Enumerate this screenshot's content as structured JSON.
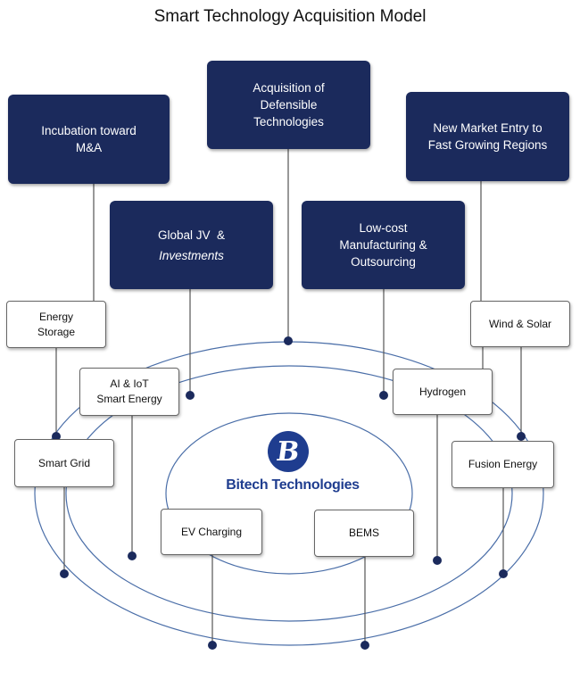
{
  "title": "Smart Technology Acquisition Model",
  "strategies": {
    "incubation": [
      "Incubation toward",
      "M&A"
    ],
    "acquisition": [
      "Acquisition of",
      "Defensible",
      "Technologies"
    ],
    "market_entry": [
      "New Market Entry to",
      "Fast Growing Regions"
    ],
    "global_jv": [
      "Global JV  &",
      "Investments"
    ],
    "low_cost": [
      "Low-cost",
      "Manufacturing &",
      "Outsourcing"
    ]
  },
  "technologies": {
    "energy_storage": [
      "Energy",
      "Storage"
    ],
    "ai_iot": [
      "AI & IoT",
      "Smart Energy"
    ],
    "smart_grid": "Smart Grid",
    "ev_charging": "EV Charging",
    "bems": "BEMS",
    "hydrogen": "Hydrogen",
    "fusion_energy": "Fusion Energy",
    "wind_solar": "Wind & Solar"
  },
  "logo": {
    "mark": "B",
    "text": "Bitech Technologies"
  },
  "colors": {
    "navy": "#1b2a5c",
    "line": "#4a6ea8",
    "node": "#1b2a5c",
    "brand": "#1f3d8f"
  }
}
